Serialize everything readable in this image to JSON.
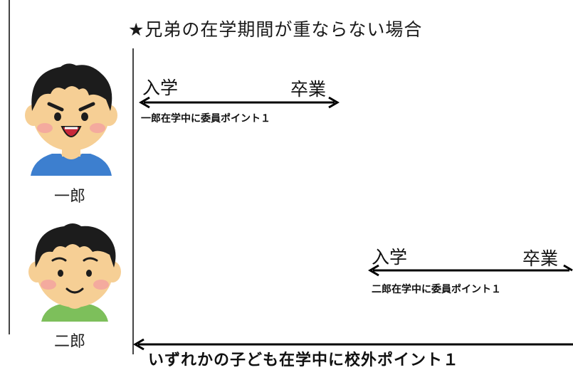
{
  "title": "★兄弟の在学期間が重ならない場合",
  "children": [
    {
      "name": "一郎",
      "enroll_label": "入学",
      "graduate_label": "卒業",
      "point_note": "一郎在学中に委員ポイント１",
      "expression": "grin"
    },
    {
      "name": "二郎",
      "enroll_label": "入学",
      "graduate_label": "卒業",
      "point_note": "二郎在学中に委員ポイント１",
      "expression": "smile"
    }
  ],
  "bottom_note": "いずれかの子ども在学中に校外ポイント１",
  "colors": {
    "hair": "#1c1c1c",
    "skin": "#f6cf95",
    "cheek": "#f4a0a0",
    "shirt_ichiro": "#3d7fcf",
    "shirt_jiro": "#7dbf5b",
    "mouth": "#c8283a",
    "arrow": "#000000"
  }
}
